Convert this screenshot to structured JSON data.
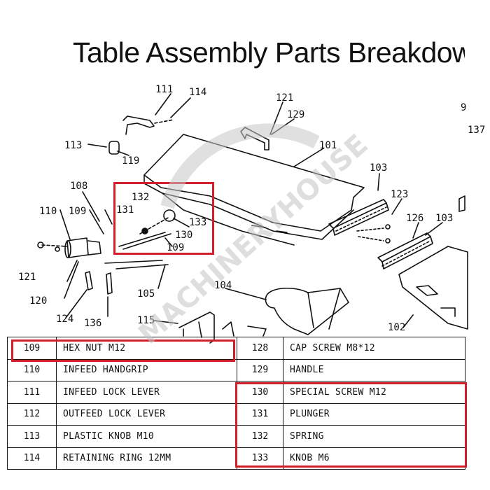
{
  "title": "Table Assembly Parts Breakdown",
  "colors": {
    "highlight": "#d21f2a",
    "ink": "#111111",
    "watermark": "#c8c8c8"
  },
  "watermark": "MACHINERYHOUSE",
  "callouts": [
    "111",
    "114",
    "113",
    "119",
    "121",
    "129",
    "101",
    "103",
    "108",
    "132",
    "110",
    "109",
    "131",
    "133",
    "130",
    "123",
    "126",
    "103",
    "121",
    "120",
    "109",
    "105",
    "124",
    "136",
    "104",
    "115",
    "102",
    "9",
    "137"
  ],
  "parts_table": {
    "rows": [
      {
        "left_no": "109",
        "left_desc": "HEX NUT M12",
        "right_no": "128",
        "right_desc": "CAP SCREW M8*12"
      },
      {
        "left_no": "110",
        "left_desc": "INFEED HANDGRIP",
        "right_no": "129",
        "right_desc": "HANDLE"
      },
      {
        "left_no": "111",
        "left_desc": "INFEED LOCK LEVER",
        "right_no": "130",
        "right_desc": "SPECIAL SCREW  M12"
      },
      {
        "left_no": "112",
        "left_desc": "OUTFEED LOCK LEVER",
        "right_no": "131",
        "right_desc": "PLUNGER"
      },
      {
        "left_no": "113",
        "left_desc": "PLASTIC KNOB M10",
        "right_no": "132",
        "right_desc": "SPRING"
      },
      {
        "left_no": "114",
        "left_desc": "RETAINING RING 12MM",
        "right_no": "133",
        "right_desc": "KNOB M6"
      }
    ]
  }
}
